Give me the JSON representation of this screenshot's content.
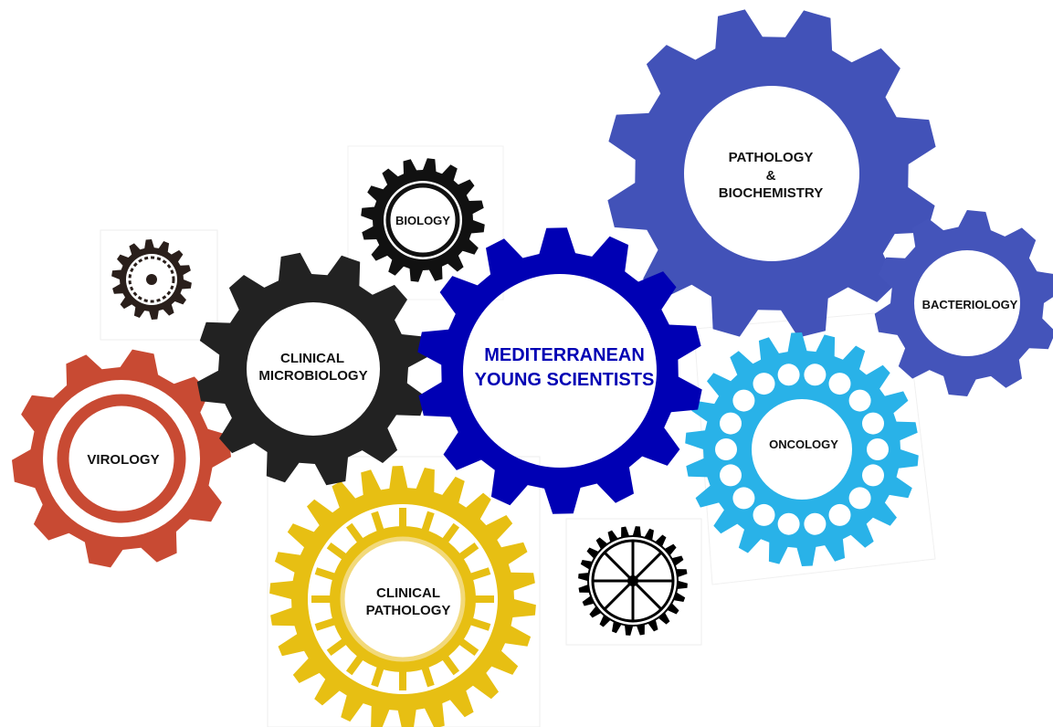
{
  "center": {
    "line1": "MEDITERRANEAN",
    "line2": "YOUNG SCIENTISTS",
    "color": "#0000b4"
  },
  "gears": {
    "pathology": {
      "line1": "PATHOLOGY",
      "line2": "&",
      "line3": "BIOCHEMISTRY",
      "color": "#4252b8"
    },
    "bacteriology": {
      "label": "BACTERIOLOGY",
      "color": "#4454ba"
    },
    "oncology": {
      "label": "ONCOLOGY",
      "color": "#29b2e8"
    },
    "clinical_pathology": {
      "line1": "CLINICAL",
      "line2": "PATHOLOGY",
      "color": "#e7bf13"
    },
    "clinical_microbiology": {
      "line1": "CLINICAL",
      "line2": "MICROBIOLOGY",
      "color": "#222222"
    },
    "biology": {
      "label": "BIOLOGY",
      "color": "#111111"
    },
    "virology": {
      "label": "VIROLOGY",
      "color": "#c84a33"
    }
  },
  "decorative_icons": [
    "small-gear-icon",
    "wheel-gear-icon"
  ]
}
